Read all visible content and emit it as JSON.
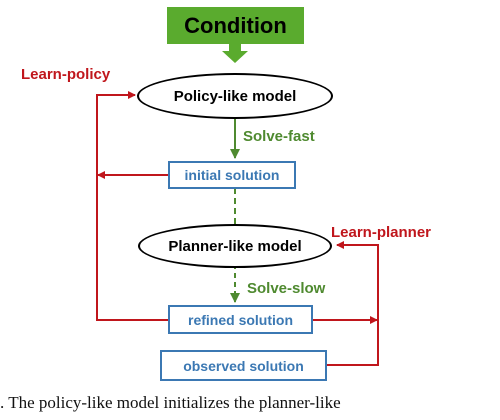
{
  "colors": {
    "condition_fill": "#5aab2e",
    "green_label": "#4f8a30",
    "red": "#c0161c",
    "blue_box": "#3b78b3",
    "black": "#000000"
  },
  "nodes": {
    "condition": "Condition",
    "policy_model": "Policy-like model",
    "initial_solution": "initial solution",
    "planner_model": "Planner-like model",
    "refined_solution": "refined solution",
    "observed_solution": "observed solution"
  },
  "edges": {
    "learn_policy": "Learn-policy",
    "solve_fast": "Solve-fast",
    "learn_planner": "Learn-planner",
    "solve_slow": "Solve-slow"
  },
  "caption": ". The policy-like model initializes the planner-like"
}
